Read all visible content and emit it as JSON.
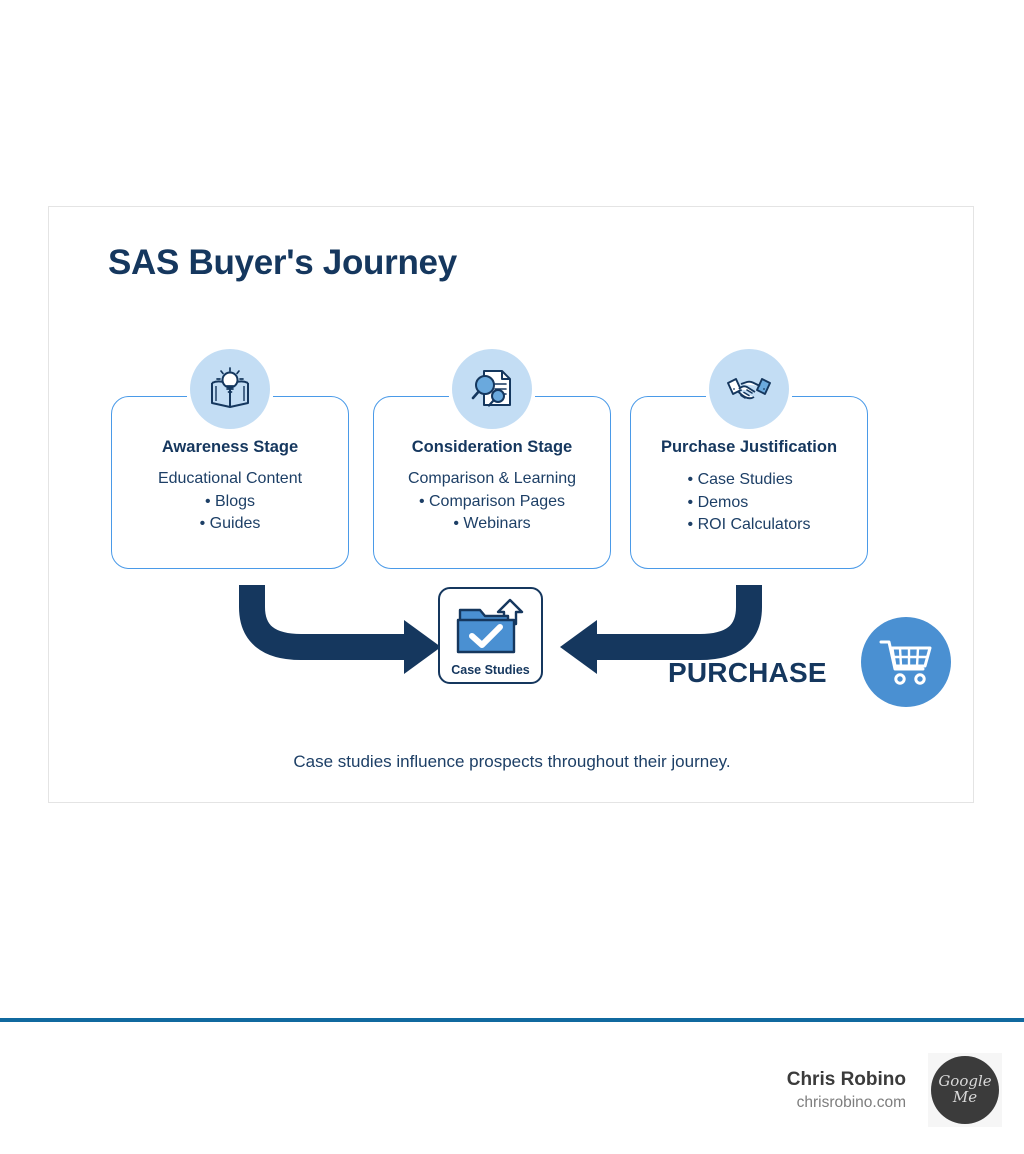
{
  "infographic": {
    "title": "SAS Buyer's Journey",
    "caption": "Case studies influence prospects throughout their journey.",
    "stages": [
      {
        "icon": "lightbulb-book-icon",
        "title": "Awareness Stage",
        "subtitle": "Educational Content",
        "bullets": [
          "• Blogs",
          "• Guides"
        ],
        "bullet_align": "center"
      },
      {
        "icon": "document-search-icon",
        "title": "Consideration Stage",
        "subtitle": "Comparison & Learning",
        "bullets": [
          "• Comparison Pages",
          "• Webinars"
        ],
        "bullet_align": "center"
      },
      {
        "icon": "handshake-icon",
        "title": "Purchase Justification",
        "subtitle": "",
        "bullets": [
          "• Case Studies",
          "• Demos",
          "• ROI Calculators"
        ],
        "bullet_align": "left"
      }
    ],
    "center_node": {
      "icon": "folder-check-upload-icon",
      "label": "Case Studies"
    },
    "purchase": {
      "label": "PURCHASE",
      "icon": "shopping-cart-icon"
    },
    "colors": {
      "navy": "#15375e",
      "card_border": "#4a9ae8",
      "icon_bubble": "#c3ddf4",
      "cart_blue": "#4a90d2",
      "divider": "#10699f",
      "frame_border": "#e4e4e4"
    }
  },
  "footer": {
    "name": "Chris Robino",
    "site": "chrisrobino.com",
    "badge_line1": "Google",
    "badge_line2": "Me"
  }
}
